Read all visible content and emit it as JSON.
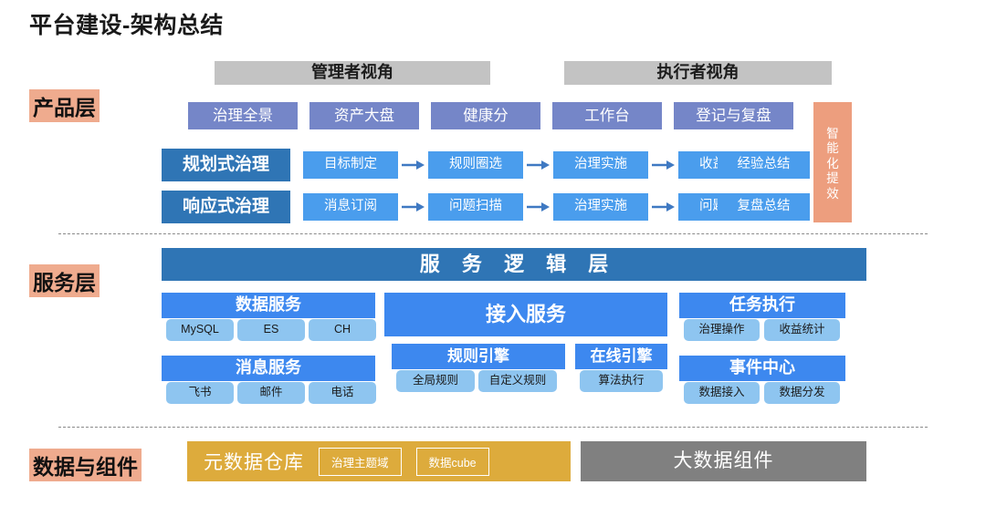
{
  "title": "平台建设-架构总结",
  "layers": {
    "product": {
      "label": "产品层"
    },
    "service": {
      "label": "服务层"
    },
    "data": {
      "label": "数据与组件"
    }
  },
  "product_layer": {
    "personas": [
      {
        "label": "管理者视角"
      },
      {
        "label": "执行者视角"
      }
    ],
    "products": [
      {
        "label": "治理全景"
      },
      {
        "label": "资产大盘"
      },
      {
        "label": "健康分"
      },
      {
        "label": "工作台"
      },
      {
        "label": "登记与复盘"
      }
    ],
    "ai_sidebar": {
      "label": "智能化提效",
      "chars": [
        "智",
        "能",
        "化",
        "提",
        "效"
      ]
    },
    "flows": [
      {
        "title": "规划式治理",
        "steps": [
          "目标制定",
          "规则圈选",
          "治理实施",
          "收益统计",
          "经验总结"
        ]
      },
      {
        "title": "响应式治理",
        "steps": [
          "消息订阅",
          "问题扫描",
          "治理实施",
          "问题登记",
          "复盘总结"
        ]
      }
    ]
  },
  "service_layer": {
    "bar_label": "服 务 逻 辑 层",
    "groups": [
      {
        "name": "data-service",
        "title": "数据服务",
        "chips": [
          "MySQL",
          "ES",
          "CH"
        ]
      },
      {
        "name": "message-service",
        "title": "消息服务",
        "chips": [
          "飞书",
          "邮件",
          "电话"
        ]
      },
      {
        "name": "access-service",
        "title": "接入服务",
        "chips": []
      },
      {
        "name": "rule-engine",
        "title": "规则引擎",
        "chips": [
          "全局规则",
          "自定义规则"
        ]
      },
      {
        "name": "online-engine",
        "title": "在线引擎",
        "chips": [
          "算法执行"
        ]
      },
      {
        "name": "task-execution",
        "title": "任务执行",
        "chips": [
          "治理操作",
          "收益统计"
        ]
      },
      {
        "name": "event-center",
        "title": "事件中心",
        "chips": [
          "数据接入",
          "数据分发"
        ]
      }
    ]
  },
  "data_layer": {
    "metadata_warehouse": {
      "title": "元数据仓库",
      "chips": [
        "治理主题域",
        "数据cube"
      ]
    },
    "bigdata_components": {
      "title": "大数据组件"
    }
  },
  "colors": {
    "persona_gray": "#c3c3c3",
    "product_blue": "#7586c8",
    "flow_title_blue": "#2f75b5",
    "flow_step_blue": "#4a9ded",
    "service_group_blue": "#3d88ef",
    "service_chip_blue": "#8ec5f0",
    "accent_orange": "#efab8e",
    "ai_orange": "#ed9e7e",
    "meta_gold": "#ddab3c",
    "bigdata_gray": "#808080"
  }
}
